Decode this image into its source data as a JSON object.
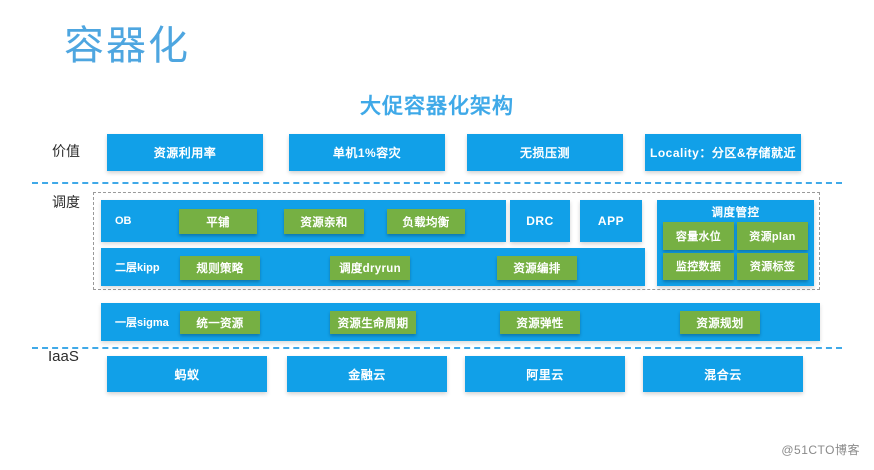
{
  "slide": {
    "main_title": "容器化",
    "sub_title": "大促容器化架构",
    "watermark": "@51CTO博客",
    "colors": {
      "title_blue": "#4ea6e0",
      "subtitle_blue": "#3fa9e8",
      "box_blue": "#11a0e8",
      "chip_green": "#76b043",
      "divider_blue": "#3fa9e8",
      "dashed_gray": "#9a9a9a"
    }
  },
  "rows": {
    "value": {
      "label": "价值",
      "boxes": [
        {
          "label": "资源利用率"
        },
        {
          "label": "单机1%容灾"
        },
        {
          "label": "无损压测"
        },
        {
          "label": "Locality：分区&存储就近"
        }
      ]
    },
    "scheduling": {
      "label": "调度",
      "layers": [
        {
          "name": "OB",
          "chips": [
            {
              "label": "平铺"
            },
            {
              "label": "资源亲和"
            },
            {
              "label": "负载均衡"
            }
          ]
        },
        {
          "name": "二层kipp",
          "chips": [
            {
              "label": "规则策略"
            },
            {
              "label": "调度dryrun"
            },
            {
              "label": "资源编排"
            }
          ]
        }
      ],
      "side_boxes": [
        {
          "label": "DRC"
        },
        {
          "label": "APP"
        }
      ],
      "control_panel": {
        "title": "调度管控",
        "chips": [
          {
            "label": "容量水位"
          },
          {
            "label": "资源plan"
          },
          {
            "label": "监控数据"
          },
          {
            "label": "资源标签"
          }
        ]
      }
    },
    "sigma": {
      "name": "一层sigma",
      "chips": [
        {
          "label": "统一资源"
        },
        {
          "label": "资源生命周期"
        },
        {
          "label": "资源弹性"
        },
        {
          "label": "资源规划"
        }
      ]
    },
    "iaas": {
      "label": "IaaS",
      "boxes": [
        {
          "label": "蚂蚁"
        },
        {
          "label": "金融云"
        },
        {
          "label": "阿里云"
        },
        {
          "label": "混合云"
        }
      ]
    }
  }
}
